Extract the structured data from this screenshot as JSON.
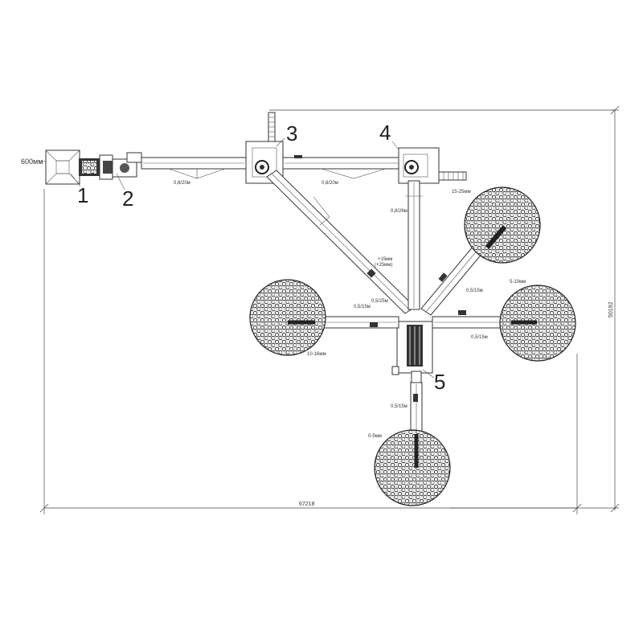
{
  "callouts": [
    "1",
    "2",
    "3",
    "4",
    "5"
  ],
  "feed_label": "600мм",
  "dimensions": {
    "width": "67218",
    "height": "50192"
  },
  "conveyor_labels": {
    "c1": "0,8/20м",
    "c2": "0,8/20м",
    "c3": "0,8/26м",
    "c4": "+15мм\n(+25мм)",
    "c5": "0,5/25м",
    "c6": "0,5/15м",
    "c7": "0,5/15м",
    "c8": "0,5/15м",
    "c9": "0,5/15м"
  },
  "pile_labels": {
    "p1": "15-25мм",
    "p2": "5-10мм",
    "p3": "10-16мм",
    "p4": "0-5мм"
  }
}
